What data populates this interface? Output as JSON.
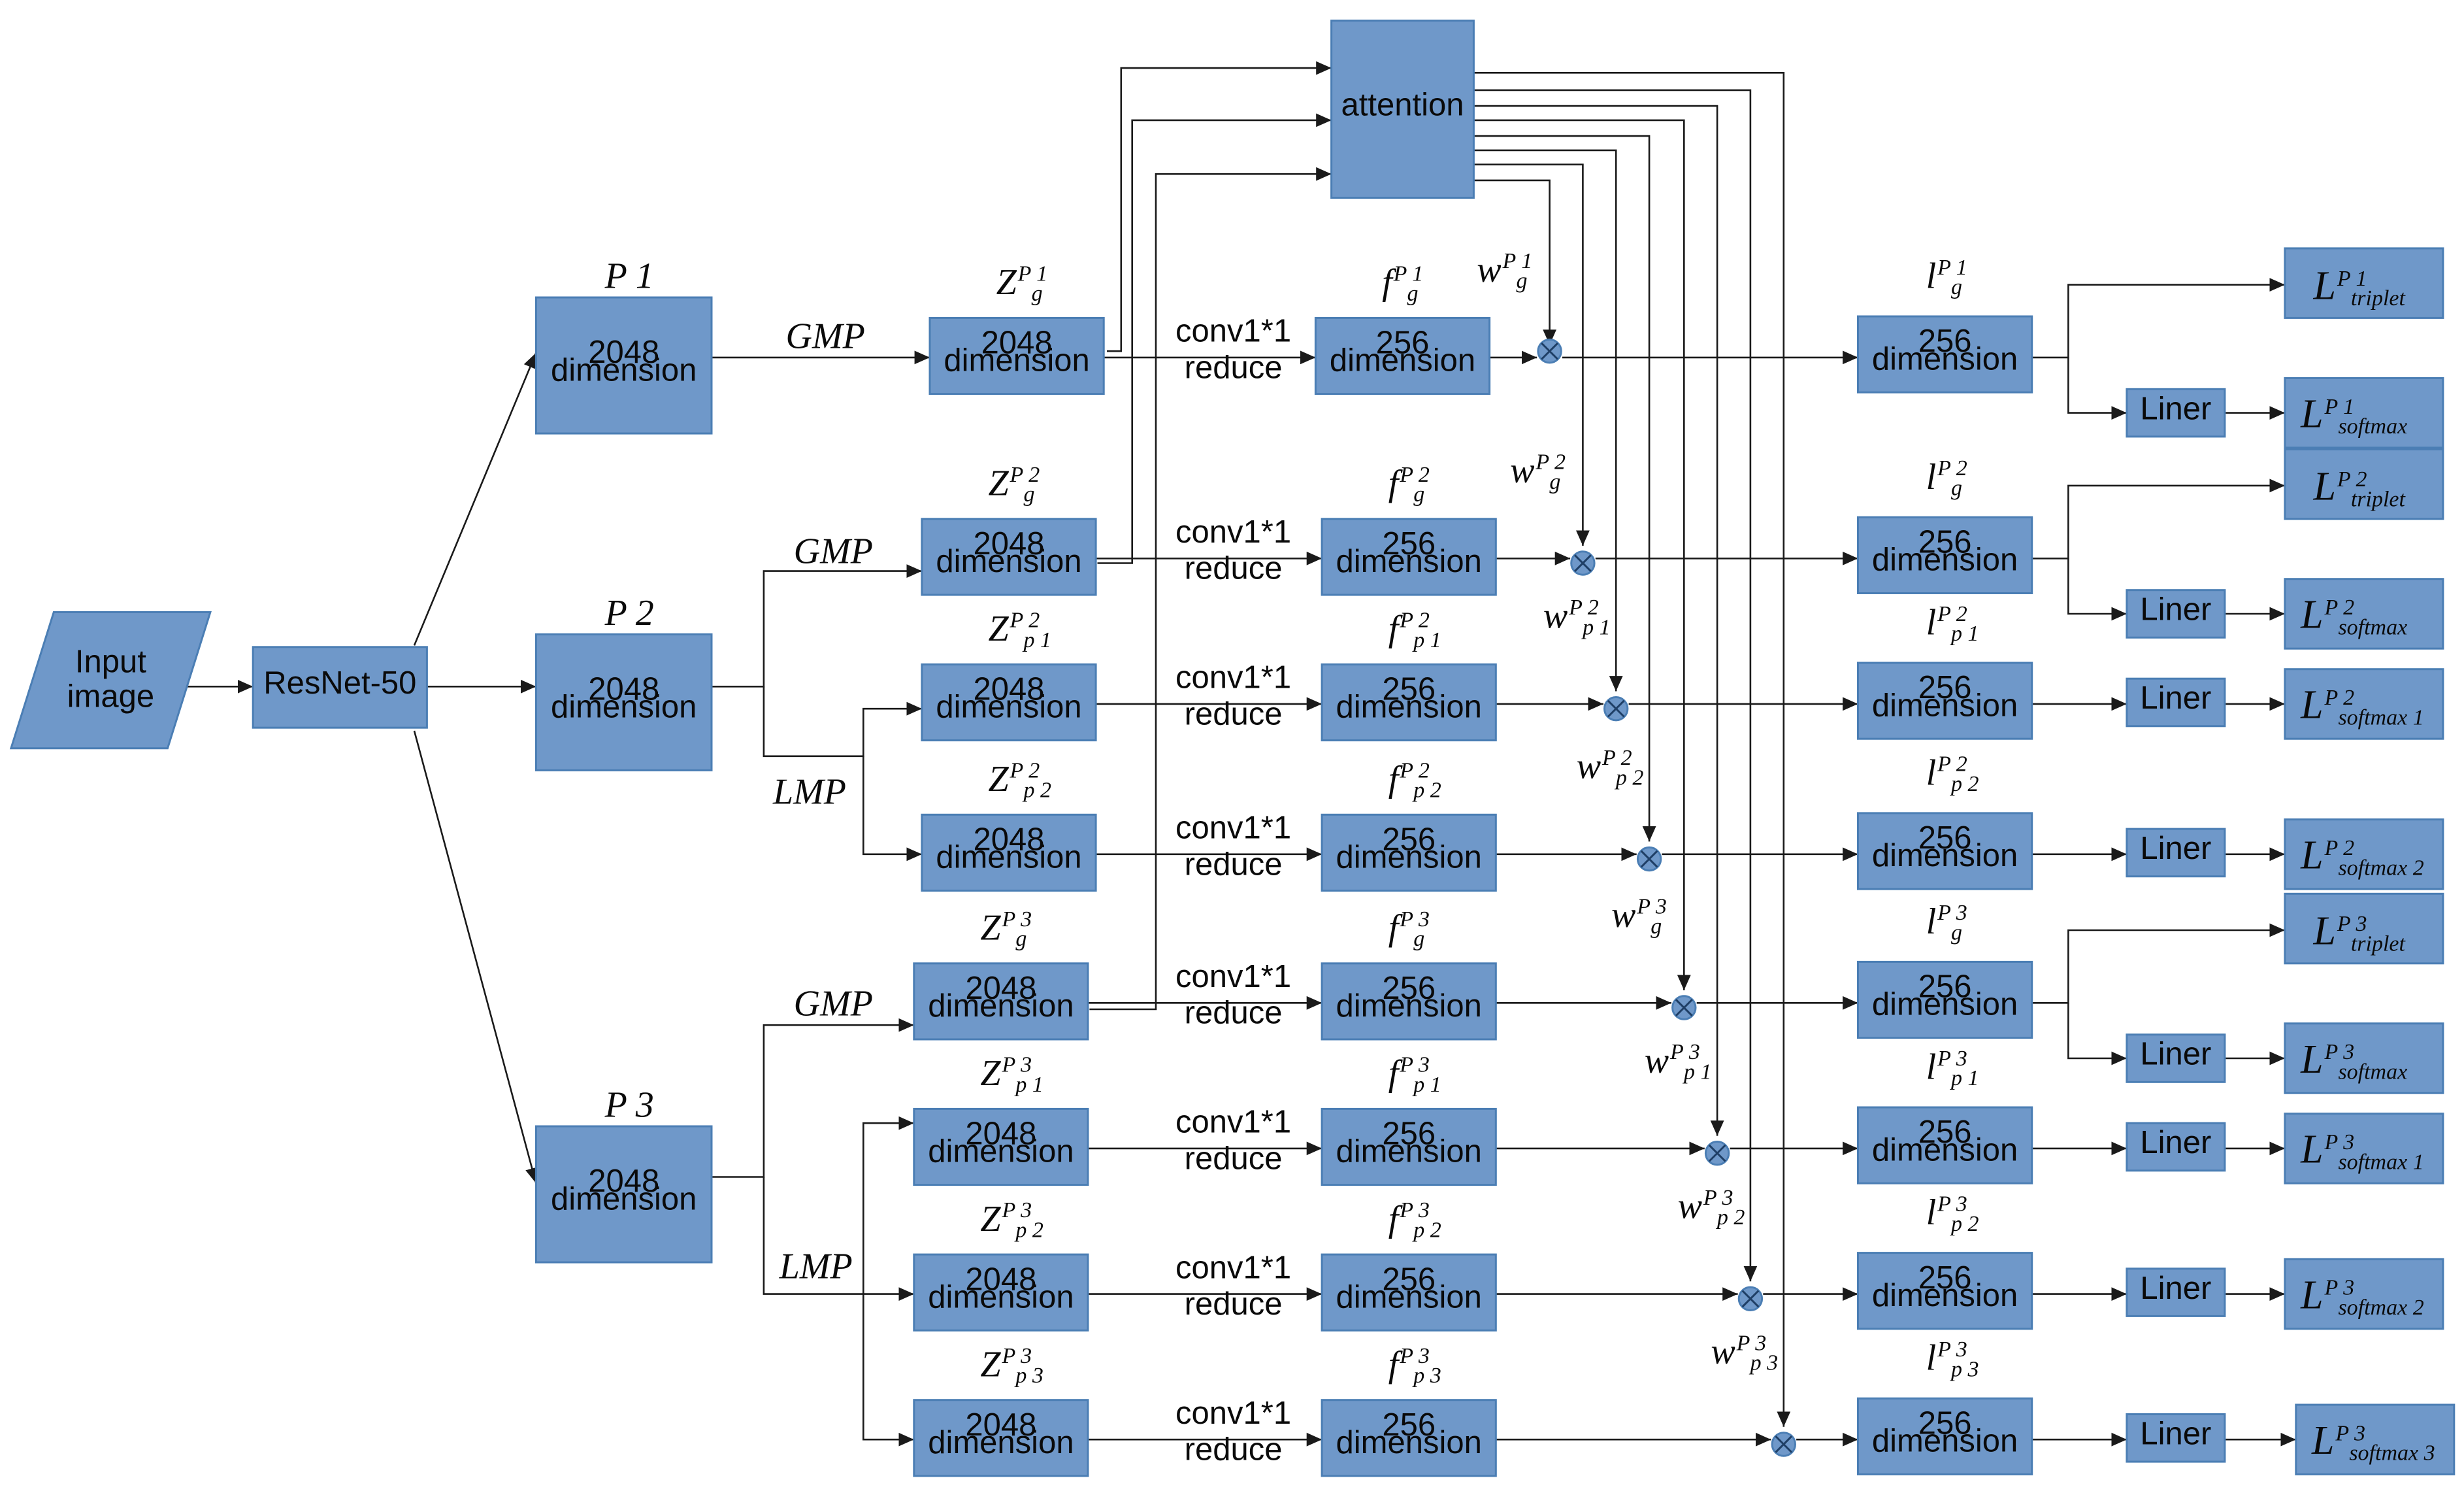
{
  "input": "Input image",
  "backbone": "ResNet-50",
  "attention": "attention",
  "box_2048": "2048 dimension",
  "box_256": "256 dimension",
  "liner": "Liner",
  "conv": "conv1*1",
  "reduce": "reduce",
  "branches": [
    {
      "label": "P 1",
      "base": "P",
      "num": "1"
    },
    {
      "label": "P 2",
      "base": "P",
      "num": "2"
    },
    {
      "label": "P 3",
      "base": "P",
      "num": "3"
    }
  ],
  "pools": {
    "gmp": "GMP",
    "lmp": "LMP"
  },
  "rows": [
    {
      "z": [
        "Z",
        "g",
        "P1"
      ],
      "f": [
        "f",
        "g",
        "P1"
      ],
      "w": [
        "w",
        "g",
        "P1"
      ],
      "l": [
        "l",
        "g",
        "P1"
      ],
      "loss_softmax": [
        "L",
        "softmax",
        "P1"
      ],
      "loss_triplet": [
        "L",
        "triplet",
        "P1"
      ]
    },
    {
      "z": [
        "Z",
        "g",
        "P2"
      ],
      "f": [
        "f",
        "g",
        "P2"
      ],
      "w": [
        "w",
        "g",
        "P2"
      ],
      "l": [
        "l",
        "g",
        "P2"
      ],
      "loss_softmax": [
        "L",
        "softmax",
        "P2"
      ],
      "loss_triplet": [
        "L",
        "triplet",
        "P2"
      ]
    },
    {
      "z": [
        "Z",
        "p1",
        "P2"
      ],
      "f": [
        "f",
        "p1",
        "P2"
      ],
      "w": [
        "w",
        "p1",
        "P2"
      ],
      "l": [
        "l",
        "p1",
        "P2"
      ],
      "loss_softmax": [
        "L",
        "softmax1",
        "P2"
      ]
    },
    {
      "z": [
        "Z",
        "p2",
        "P2"
      ],
      "f": [
        "f",
        "p2",
        "P2"
      ],
      "w": [
        "w",
        "p2",
        "P2"
      ],
      "l": [
        "l",
        "p2",
        "P2"
      ],
      "loss_softmax": [
        "L",
        "softmax2",
        "P2"
      ]
    },
    {
      "z": [
        "Z",
        "g",
        "P3"
      ],
      "f": [
        "f",
        "g",
        "P3"
      ],
      "w": [
        "w",
        "g",
        "P3"
      ],
      "l": [
        "l",
        "g",
        "P3"
      ],
      "loss_softmax": [
        "L",
        "softmax",
        "P3"
      ],
      "loss_triplet": [
        "L",
        "triplet",
        "P3"
      ]
    },
    {
      "z": [
        "Z",
        "p1",
        "P3"
      ],
      "f": [
        "f",
        "p1",
        "P3"
      ],
      "w": [
        "w",
        "p1",
        "P3"
      ],
      "l": [
        "l",
        "p1",
        "P3"
      ],
      "loss_softmax": [
        "L",
        "softmax1",
        "P3"
      ]
    },
    {
      "z": [
        "Z",
        "p2",
        "P3"
      ],
      "f": [
        "f",
        "p2",
        "P3"
      ],
      "w": [
        "w",
        "p2",
        "P3"
      ],
      "l": [
        "l",
        "p2",
        "P3"
      ],
      "loss_softmax": [
        "L",
        "softmax2",
        "P3"
      ]
    },
    {
      "z": [
        "Z",
        "p3",
        "P3"
      ],
      "f": [
        "f",
        "p3",
        "P3"
      ],
      "w": [
        "w",
        "p3",
        "P3"
      ],
      "l": [
        "l",
        "p3",
        "P3"
      ],
      "loss_softmax": [
        "L",
        "softmax3",
        "P3"
      ]
    }
  ]
}
